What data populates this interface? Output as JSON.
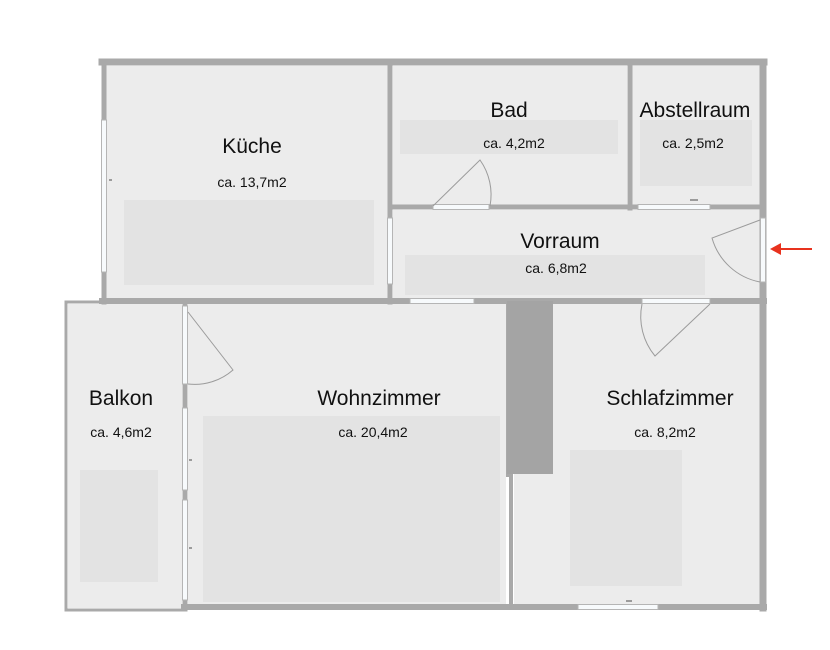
{
  "rooms": [
    {
      "id": "kueche",
      "name": "Küche",
      "area": "ca. 13,7m2"
    },
    {
      "id": "bad",
      "name": "Bad",
      "area": "ca. 4,2m2"
    },
    {
      "id": "abstellraum",
      "name": "Abstellraum",
      "area": "ca. 2,5m2"
    },
    {
      "id": "vorraum",
      "name": "Vorraum",
      "area": "ca. 6,8m2"
    },
    {
      "id": "balkon",
      "name": "Balkon",
      "area": "ca. 4,6m2"
    },
    {
      "id": "wohnzimmer",
      "name": "Wohnzimmer",
      "area": "ca. 20,4m2"
    },
    {
      "id": "schlafzimmer",
      "name": "Schlafzimmer",
      "area": "ca. 8,2m2"
    }
  ],
  "colors": {
    "wall": "#a9a9a9",
    "floor": "#ececec",
    "furniture": "#e4e4e4",
    "shaft": "#a4a4a4",
    "window": "#f7fafc",
    "door_line": "#8a8a8a",
    "entrance_arrow": "#e8321e"
  },
  "icons": {
    "entrance": "entrance-arrow-icon"
  }
}
